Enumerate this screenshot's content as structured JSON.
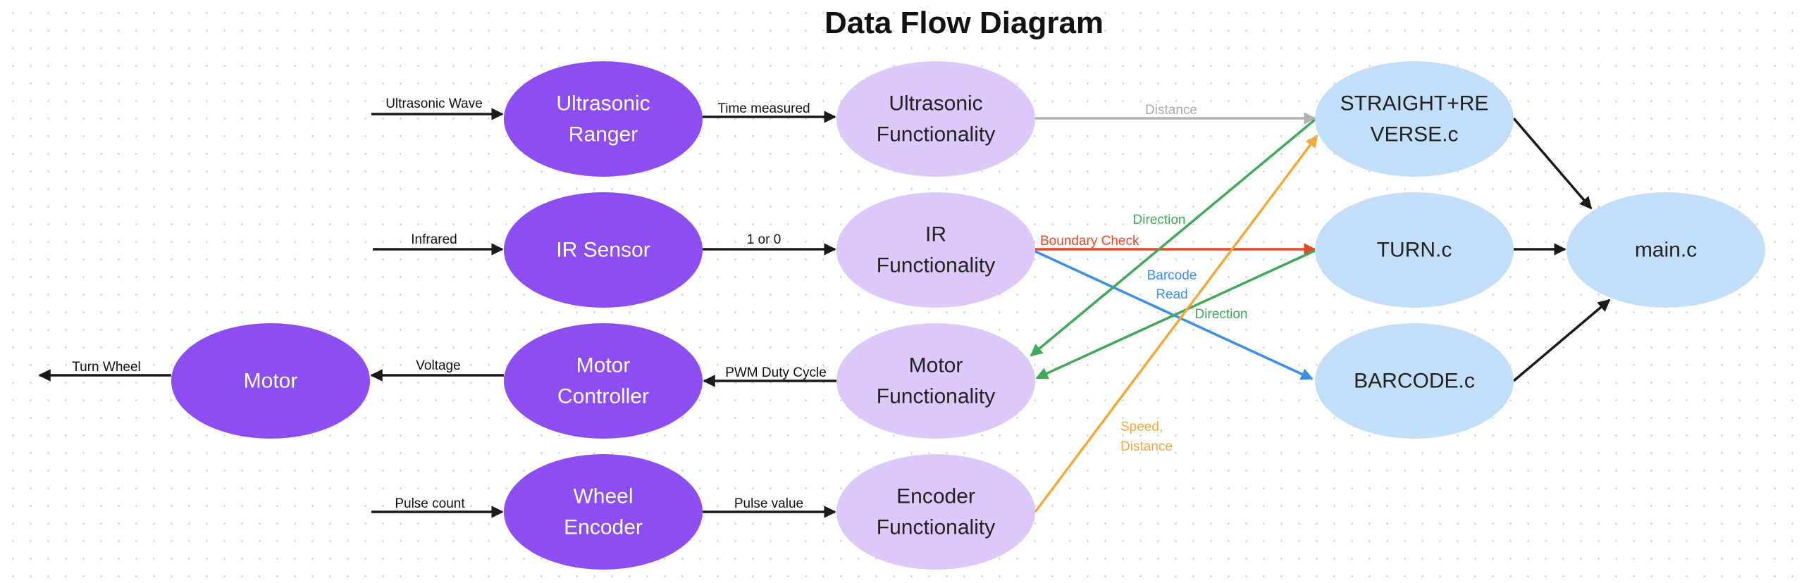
{
  "title": "Data Flow Diagram",
  "colors": {
    "dark_purple": "#8c4ef0",
    "light_purple": "#ddc8fb",
    "light_blue": "#c3def8",
    "black_edge": "#1a1a1a",
    "gray_edge": "#b0b0b0",
    "green_edge": "#42a85a",
    "red_edge": "#e04a2a",
    "blue_edge": "#3b8fe5",
    "orange_edge": "#f2a83c"
  },
  "nodes": {
    "ultrasonic_ranger": [
      "Ultrasonic",
      "Ranger"
    ],
    "ir_sensor": [
      "IR Sensor"
    ],
    "motor_controller": [
      "Motor",
      "Controller"
    ],
    "wheel_encoder": [
      "Wheel",
      "Encoder"
    ],
    "motor": [
      "Motor"
    ],
    "ultrasonic_functionality": [
      "Ultrasonic",
      "Functionality"
    ],
    "ir_functionality": [
      "IR",
      "Functionality"
    ],
    "motor_functionality": [
      "Motor",
      "Functionality"
    ],
    "encoder_functionality": [
      "Encoder",
      "Functionality"
    ],
    "straight_reverse": [
      "STRAIGHT+RE",
      "VERSE.c"
    ],
    "turn": [
      "TURN.c"
    ],
    "barcode": [
      "BARCODE.c"
    ],
    "main": [
      "main.c"
    ]
  },
  "edge_labels": {
    "ultrasonic_wave": [
      "Ultrasonic Wave"
    ],
    "time_measured": [
      "Time measured"
    ],
    "distance": [
      "Distance"
    ],
    "infrared": [
      "Infrared"
    ],
    "one_or_zero": [
      "1 or 0"
    ],
    "direction_1": [
      "Direction"
    ],
    "boundary_check": [
      "Boundary Check"
    ],
    "barcode_read": [
      "Barcode",
      "Read"
    ],
    "direction_2": [
      "Direction"
    ],
    "turn_wheel": [
      "Turn Wheel"
    ],
    "voltage": [
      "Voltage"
    ],
    "pwm_duty_cycle": [
      "PWM Duty Cycle"
    ],
    "speed_distance": [
      "Speed,",
      "Distance"
    ],
    "pulse_count": [
      "Pulse count"
    ],
    "pulse_value": [
      "Pulse value"
    ]
  }
}
